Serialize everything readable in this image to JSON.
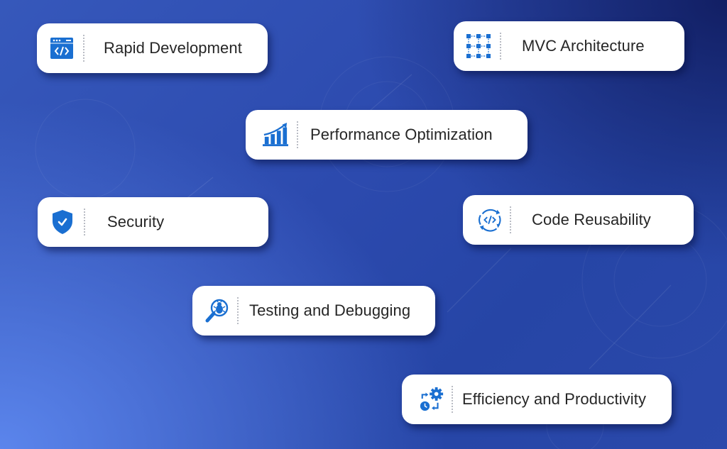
{
  "colors": {
    "background_top_left": "#3557b8",
    "background_top_right": "#14226a",
    "background_bottom_left": "#5a82e8",
    "background_bottom_right": "#2a46a8",
    "card_background": "#ffffff",
    "icon_blue": "#1a6fd1",
    "label_text": "#262626"
  },
  "features": [
    {
      "id": "rapid-development",
      "label": "Rapid Development",
      "icon": "code-window-icon"
    },
    {
      "id": "mvc-architecture",
      "label": "MVC Architecture",
      "icon": "grid-network-icon"
    },
    {
      "id": "performance-optimization",
      "label": "Performance Optimization",
      "icon": "growth-chart-icon"
    },
    {
      "id": "security",
      "label": "Security",
      "icon": "shield-check-icon"
    },
    {
      "id": "code-reusability",
      "label": "Code Reusability",
      "icon": "code-cycle-icon"
    },
    {
      "id": "testing-and-debugging",
      "label": "Testing and Debugging",
      "icon": "bug-search-icon"
    },
    {
      "id": "efficiency-and-productivity",
      "label": "Efficiency and Productivity",
      "icon": "gear-clock-icon"
    }
  ]
}
